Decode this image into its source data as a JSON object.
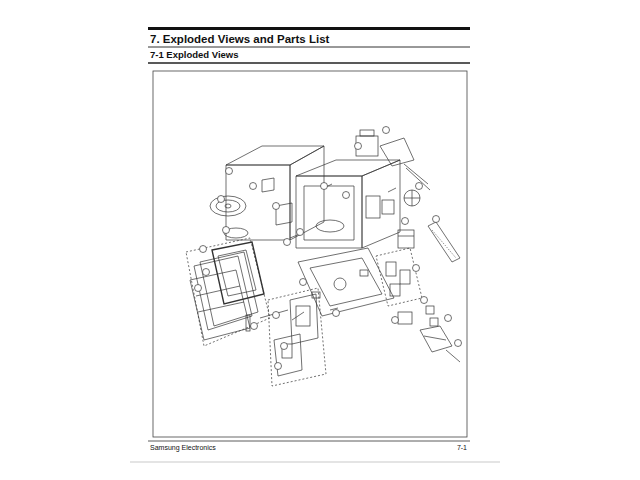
{
  "diagram": {
    "title": "7. Exploded Views and Parts List",
    "labels": [
      "7-1 Exploded Views",
      "Samsung Electronics",
      "7-1"
    ]
  }
}
